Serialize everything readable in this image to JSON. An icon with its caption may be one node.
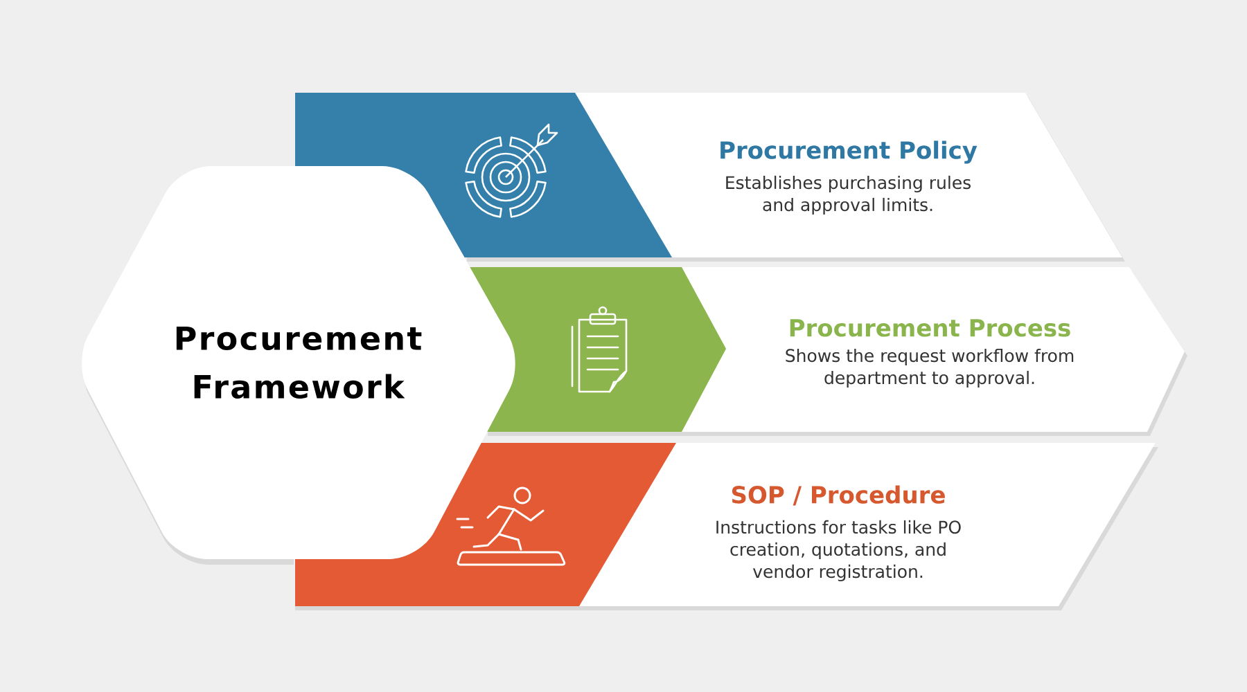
{
  "diagram": {
    "nodes": [
      {
        "text": [
          "Procurement Framework"
        ]
      },
      {
        "text": [
          "Procurement Policy",
          "Establishes purchasing rules and approval limits."
        ]
      },
      {
        "text": [
          "Procurement Process",
          "Shows the request workflow from department to approval."
        ]
      },
      {
        "text": [
          "SOP / Procedure",
          "Instructions for tasks like PO creation, quotations, and vendor registration."
        ]
      }
    ]
  }
}
